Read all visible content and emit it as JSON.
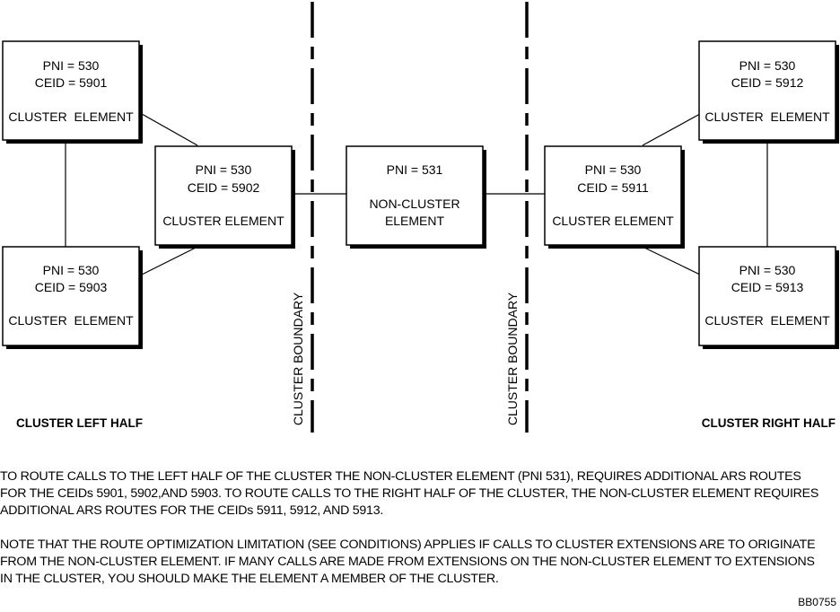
{
  "nodes": {
    "c5901": {
      "pni": "PNI = 530",
      "ceid": "CEID = 5901",
      "label": "CLUSTER  ELEMENT"
    },
    "c5902": {
      "pni": "PNI = 530",
      "ceid": "CEID = 5902",
      "label": "CLUSTER ELEMENT"
    },
    "c5903": {
      "pni": "PNI = 530",
      "ceid": "CEID = 5903",
      "label": "CLUSTER  ELEMENT"
    },
    "nc531": {
      "pni": "PNI = 531",
      "line1": "NON-CLUSTER",
      "line2": "ELEMENT"
    },
    "c5911": {
      "pni": "PNI = 530",
      "ceid": "CEID = 5911",
      "label": "CLUSTER ELEMENT"
    },
    "c5912": {
      "pni": "PNI = 530",
      "ceid": "CEID = 5912",
      "label": "CLUSTER  ELEMENT"
    },
    "c5913": {
      "pni": "PNI = 530",
      "ceid": "CEID = 5913",
      "label": "CLUSTER  ELEMENT"
    }
  },
  "boundary_label": "CLUSTER BOUNDARY",
  "left_half_label": "CLUSTER LEFT HALF",
  "right_half_label": "CLUSTER RIGHT HALF",
  "paragraph1": "TO ROUTE CALLS TO THE LEFT HALF OF THE CLUSTER THE NON-CLUSTER ELEMENT (PNI 531), REQUIRES ADDITIONAL ARS ROUTES\nFOR THE CEIDs 5901, 5902,AND 5903. TO ROUTE CALLS TO THE RIGHT HALF OF THE CLUSTER, THE NON-CLUSTER ELEMENT REQUIRES\nADDITIONAL ARS ROUTES FOR THE CEIDs 5911, 5912, AND 5913.",
  "paragraph2": "NOTE THAT THE ROUTE OPTIMIZATION LIMITATION (SEE CONDITIONS) APPLIES IF CALLS TO CLUSTER EXTENSIONS ARE TO ORIGINATE\nFROM THE NON-CLUSTER ELEMENT. IF MANY CALLS ARE MADE FROM EXTENSIONS ON THE NON-CLUSTER ELEMENT TO EXTENSIONS\nIN THE CLUSTER, YOU SHOULD MAKE THE ELEMENT A MEMBER OF THE CLUSTER.",
  "figure_id": "BB0755"
}
